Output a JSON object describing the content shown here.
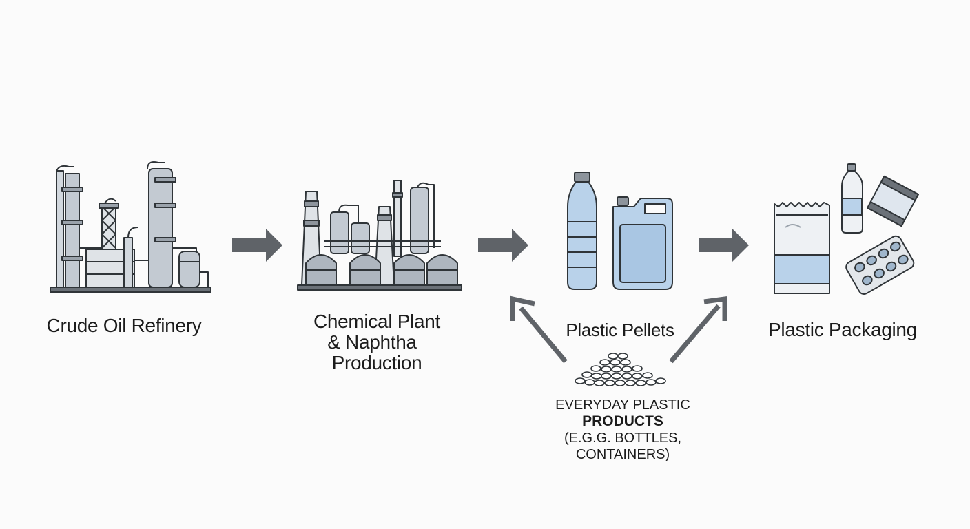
{
  "stages": {
    "refinery": {
      "label": "Crude Oil Refinery",
      "icon": "oil-refinery-icon"
    },
    "chemical_plant": {
      "label_line1": "Chemical Plant",
      "label_line2": "& Naphtha",
      "label_line3": "Production",
      "icon": "chemical-plant-icon"
    },
    "pellets": {
      "label": "Plastic Pellets",
      "icon": "plastic-bottle-and-jerrycan-icon",
      "pile_icon": "pellet-pile-icon"
    },
    "packaging": {
      "label": "Plastic Packaging",
      "icon": "plastic-packaging-icon"
    }
  },
  "everyday_products": {
    "line1": "EVERYDAY PLASTIC",
    "line2": "PRODUCTS",
    "line3": "(E.G.G. BOTTLES,",
    "line4": "CONTAINERS)"
  },
  "colors": {
    "arrow": "#5f6368",
    "outline": "#2f3438",
    "metal": "#c3cad2",
    "plastic_blue": "#b9d2ea",
    "text": "#1c1c1c"
  }
}
